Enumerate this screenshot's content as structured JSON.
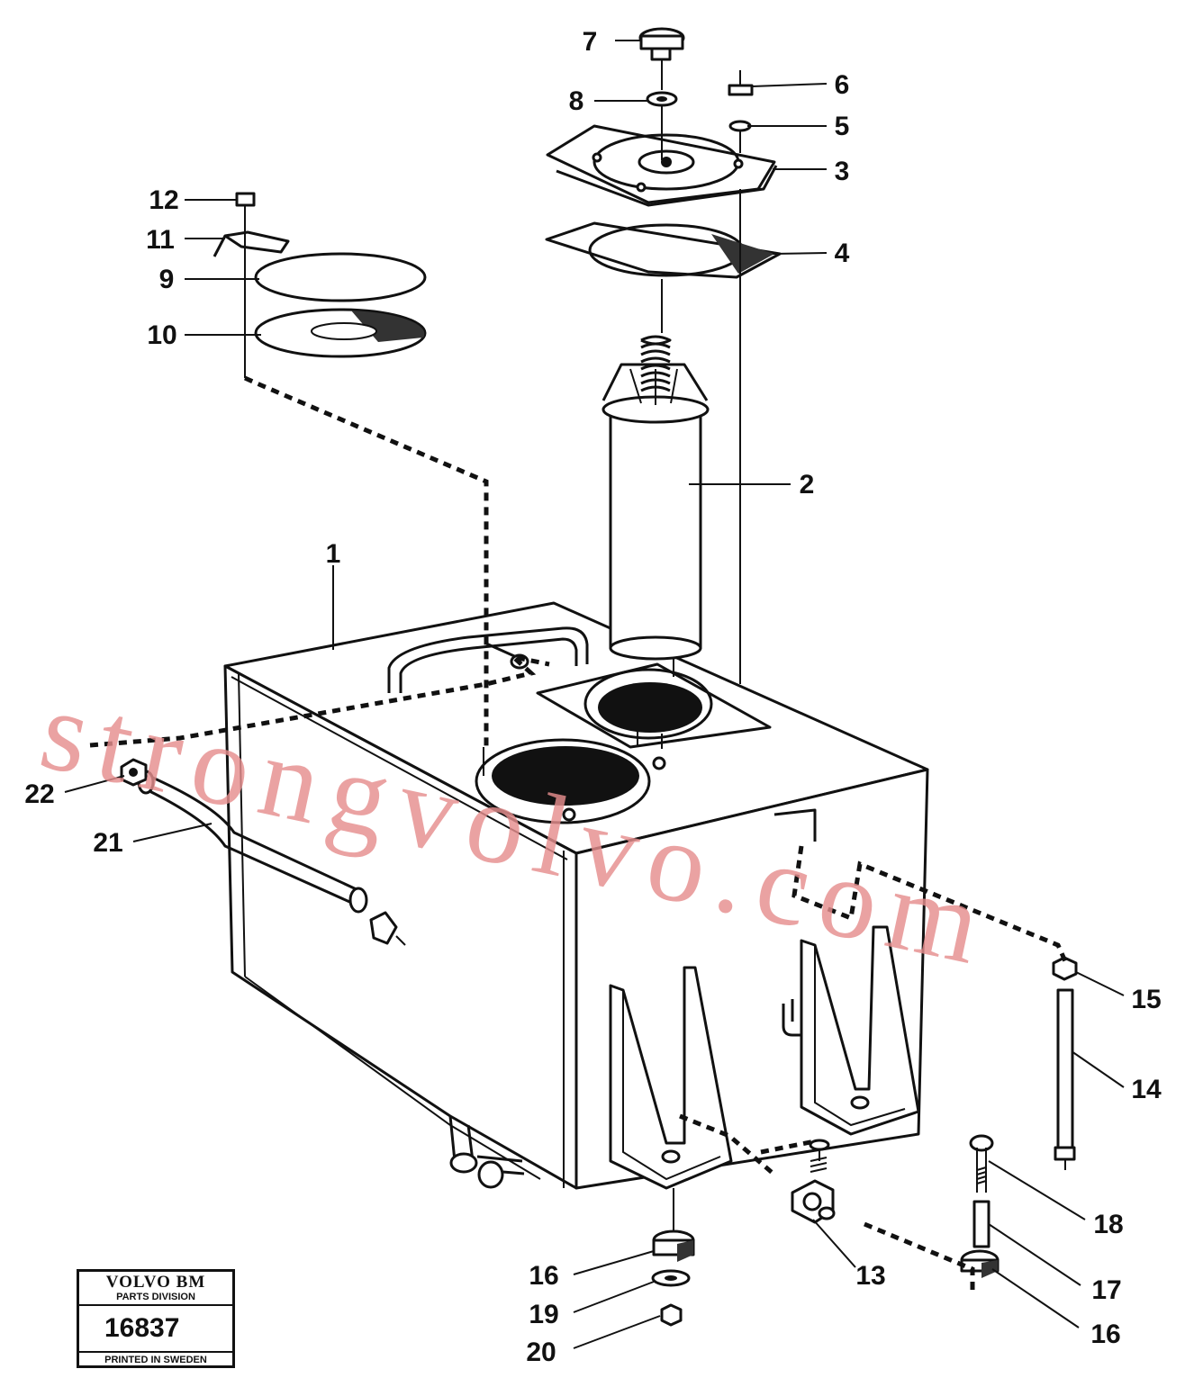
{
  "diagram": {
    "callouts": [
      {
        "id": "7",
        "text": "7"
      },
      {
        "id": "8",
        "text": "8"
      },
      {
        "id": "6",
        "text": "6"
      },
      {
        "id": "5",
        "text": "5"
      },
      {
        "id": "3",
        "text": "3"
      },
      {
        "id": "4",
        "text": "4"
      },
      {
        "id": "12",
        "text": "12"
      },
      {
        "id": "11",
        "text": "11"
      },
      {
        "id": "9",
        "text": "9"
      },
      {
        "id": "10",
        "text": "10"
      },
      {
        "id": "2",
        "text": "2"
      },
      {
        "id": "1",
        "text": "1"
      },
      {
        "id": "22",
        "text": "22"
      },
      {
        "id": "21",
        "text": "21"
      },
      {
        "id": "15",
        "text": "15"
      },
      {
        "id": "14",
        "text": "14"
      },
      {
        "id": "18",
        "text": "18"
      },
      {
        "id": "17",
        "text": "17"
      },
      {
        "id": "16a",
        "text": "16"
      },
      {
        "id": "16b",
        "text": "16"
      },
      {
        "id": "13",
        "text": "13"
      },
      {
        "id": "19",
        "text": "19"
      },
      {
        "id": "20",
        "text": "20"
      }
    ]
  },
  "watermark": {
    "text": "strongvolvo.com",
    "color": "#e58d8d"
  },
  "stamp": {
    "brand": "VOLVO BM",
    "division": "PARTS DIVISION",
    "number": "16837",
    "printed": "PRINTED IN SWEDEN"
  }
}
